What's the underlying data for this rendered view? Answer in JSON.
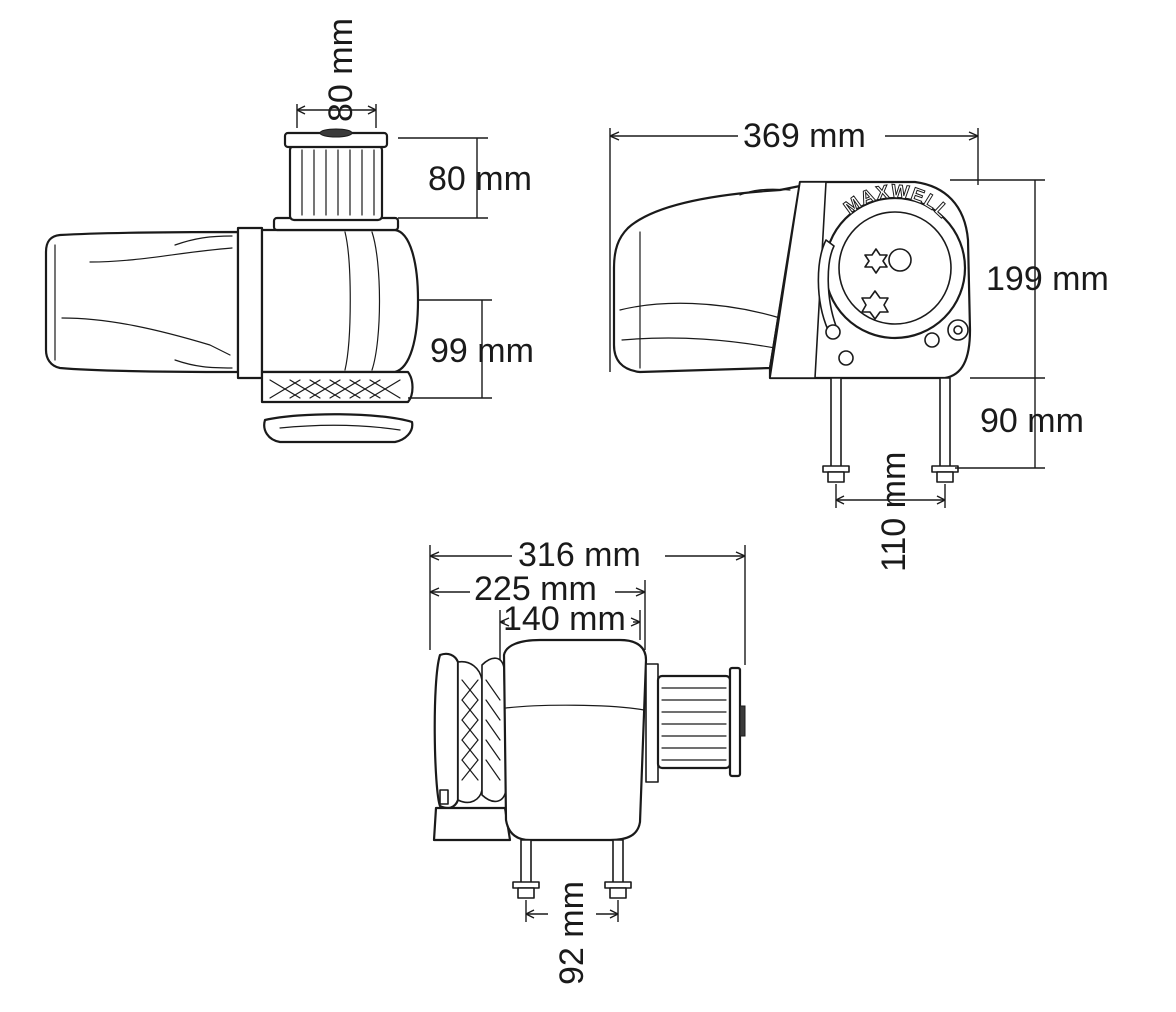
{
  "diagram": {
    "brand_logo": "MAXWELL",
    "top_view": {
      "dims": {
        "capstan_diameter": "80 mm",
        "capstan_height": "80 mm",
        "below_deck_offset": "99 mm"
      }
    },
    "side_view": {
      "dims": {
        "overall_length": "369 mm",
        "height": "199 mm",
        "stud_length": "90 mm",
        "stud_spacing": "110 mm"
      }
    },
    "front_view": {
      "dims": {
        "overall_width": "316 mm",
        "width_to_gearbox": "225 mm",
        "gearbox_width": "140 mm",
        "stud_spacing": "92 mm"
      }
    }
  }
}
